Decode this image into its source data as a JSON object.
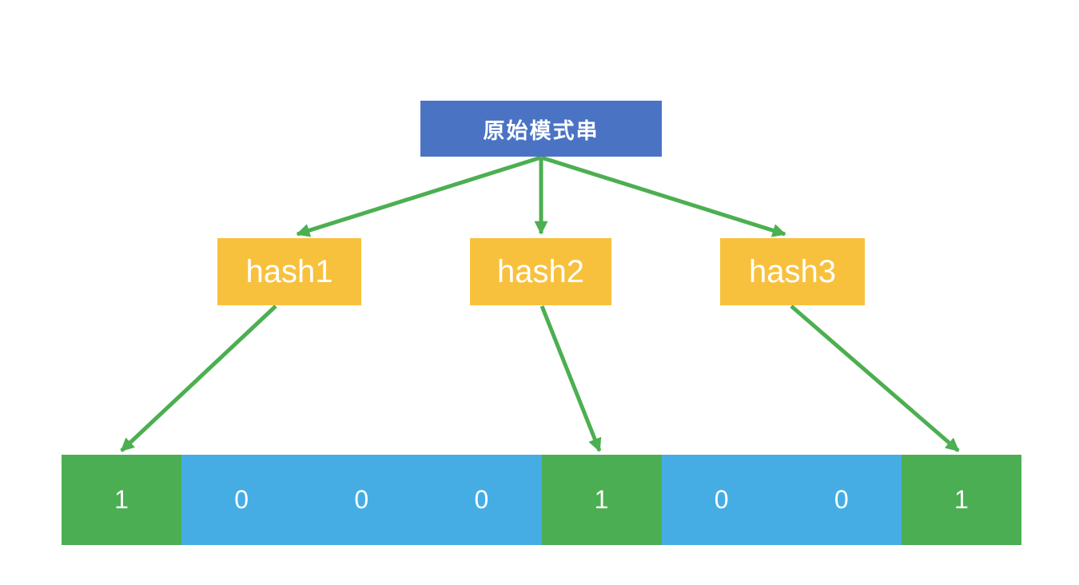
{
  "diagram": {
    "root_node": {
      "label": "原始模式串",
      "bg_color": "#4a73c4",
      "text_color": "#ffffff"
    },
    "hash_nodes": [
      {
        "label": "hash1"
      },
      {
        "label": "hash2"
      },
      {
        "label": "hash3"
      }
    ],
    "hash_node_bg_color": "#f8c13d",
    "arrow_color": "#4caf50",
    "bit_array": {
      "set_color": "#4cae52",
      "unset_color": "#45ade4",
      "cells": [
        {
          "value": "1",
          "color": "#4cae52"
        },
        {
          "value": "0",
          "color": "#45ade4"
        },
        {
          "value": "0",
          "color": "#45ade4"
        },
        {
          "value": "0",
          "color": "#45ade4"
        },
        {
          "value": "1",
          "color": "#4cae52"
        },
        {
          "value": "0",
          "color": "#45ade4"
        },
        {
          "value": "0",
          "color": "#45ade4"
        },
        {
          "value": "1",
          "color": "#4cae52"
        }
      ]
    }
  }
}
